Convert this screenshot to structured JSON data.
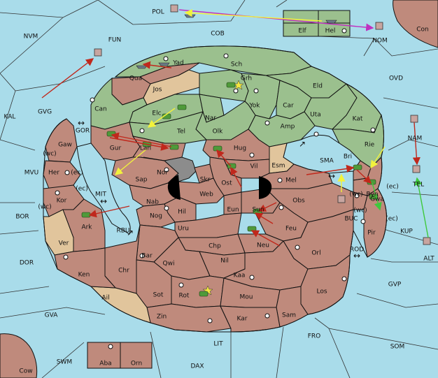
{
  "colors": {
    "sea": "#a9dcea",
    "green": "#9bc08e",
    "red": "#bf8a7c",
    "tan": "#e1c59c",
    "gray": "#8c8c8c",
    "black": "#000000",
    "arrow_red": "#c0281c",
    "arrow_yellow": "#f2f23c",
    "arrow_green": "#3fc83c",
    "arrow_magenta": "#c030c0"
  },
  "labels": {
    "POL": "POL",
    "COB": "COB",
    "NVM": "NVM",
    "FUN": "FUN",
    "NOM": "NOM",
    "Con": "Con",
    "Elf": "Elf",
    "Hel": "Hel",
    "OVD": "OVD",
    "KAL": "KAL",
    "GVG": "GVG",
    "GOR": "GOR",
    "Sch": "Sch",
    "Qua": "Qua",
    "Yad": "Yad",
    "Jos": "Jos",
    "Grh": "Grh",
    "Eld": "Eld",
    "Can": "Can",
    "Yok": "Yok",
    "Car": "Car",
    "Uta": "Uta",
    "Kat": "Kat",
    "Nar": "Nar",
    "Elc": "Elc",
    "Olk": "Olk",
    "Amp": "Amp",
    "Tel": "Tel",
    "NAM": "NAM",
    "Gaw": "Gaw",
    "Gur": "Gur",
    "Lan": "Lan",
    "Hug": "Hug",
    "Rie": "Rie",
    "Bri": "Bri",
    "Vil": "Vil",
    "Esm": "Esm",
    "SMA": "SMA",
    "wc1": "(wc)",
    "Her": "Her",
    "ec1": "(ec)",
    "MVU": "MVU",
    "Nor": "Nor",
    "Skr": "Skr",
    "TEL": "TEL",
    "Sap": "Sap",
    "Ost": "Ost",
    "Web": "Web",
    "Mel": "Mel",
    "wc2": "(wc)",
    "Byn": "Byn",
    "ec2": "(ec)",
    "ec3": "(ec)",
    "MIT": "MIT",
    "Kor": "Kor",
    "Nab": "Nab",
    "Obs": "Obs",
    "wc3": "(wc)",
    "Gwa": "Gwa",
    "wc4": "(wc)",
    "ec4": "(ec)",
    "BOR": "BOR",
    "Hil": "Hil",
    "Eun": "Eun",
    "Sun": "Sun",
    "Ark": "Ark",
    "Nog": "Nog",
    "BUC": "BUC",
    "Pir": "Pir",
    "KUP": "KUP",
    "RBU": "RBU",
    "Uru": "Uru",
    "Feu": "Feu",
    "Ver": "Ver",
    "Chp": "Chp",
    "Neu": "Neu",
    "ALT": "ALT",
    "DOR": "DOR",
    "Bar": "Bar",
    "Qwi": "Qwi",
    "Orl": "Orl",
    "ROD": "ROD",
    "Nil": "Nil",
    "Chr": "Chr",
    "Ken": "Ken",
    "Kaa": "Kaa",
    "GVP": "GVP",
    "Sot": "Sot",
    "Rot": "Rot",
    "Los": "Los",
    "Ail": "Ail",
    "Mou": "Mou",
    "GVA": "GVA",
    "Zin": "Zin",
    "Kar": "Kar",
    "Sam": "Sam",
    "FRO": "FRO",
    "LIT": "LIT",
    "SOM": "SOM",
    "Aba": "Aba",
    "Orn": "Orn",
    "SWM": "SWM",
    "DAX": "DAX",
    "Cow": "Cow"
  }
}
